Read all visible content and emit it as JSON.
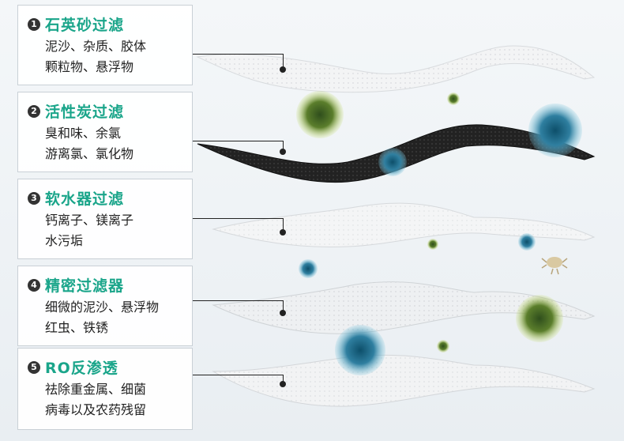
{
  "steps": [
    {
      "num": "1",
      "title": "石英砂过滤",
      "lines": [
        "泥沙、杂质、胶体",
        "颗粒物、悬浮物"
      ]
    },
    {
      "num": "2",
      "title": "活性炭过滤",
      "lines": [
        "臭和味、余氯",
        "游离氯、氯化物"
      ]
    },
    {
      "num": "3",
      "title": "软水器过滤",
      "lines": [
        "钙离子、镁离子",
        "水污垢"
      ]
    },
    {
      "num": "4",
      "title": "精密过滤器",
      "lines": [
        "细微的泥沙、悬浮物",
        "红虫、铁锈"
      ]
    },
    {
      "num": "5",
      "title": "RO反渗透",
      "lines": [
        "祛除重金属、细菌",
        "病毒以及农药残留"
      ]
    }
  ],
  "colors": {
    "accent": "#1aa58a",
    "carbon": "#1e1e1e",
    "membrane": "#f2f3f4"
  }
}
